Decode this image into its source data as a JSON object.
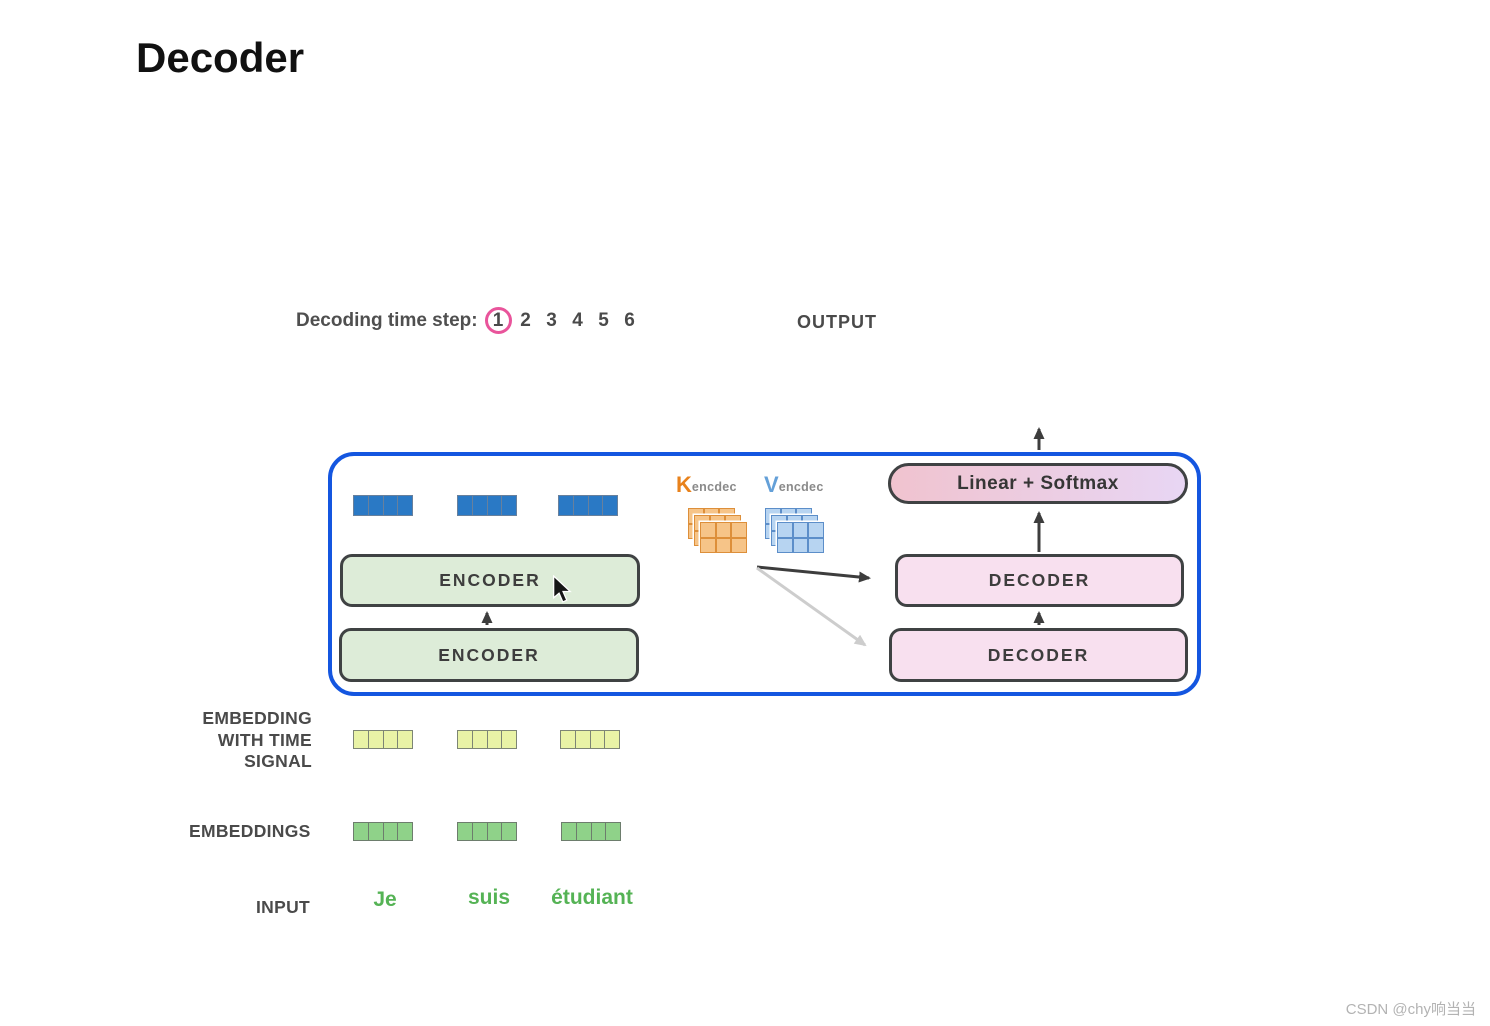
{
  "title": "Decoder",
  "decoding": {
    "label": "Decoding time step:",
    "steps": [
      "1",
      "2",
      "3",
      "4",
      "5",
      "6"
    ],
    "active_step": "1"
  },
  "output_label": "OUTPUT",
  "model": {
    "encoders": [
      "ENCODER",
      "ENCODER"
    ],
    "decoders": [
      "DECODER",
      "DECODER"
    ],
    "linear_softmax": "Linear + Softmax",
    "k_label": {
      "main": "K",
      "sub": "encdec"
    },
    "v_label": {
      "main": "V",
      "sub": "encdec"
    }
  },
  "annotations": {
    "embedding_time_lines": [
      "EMBEDDING",
      "WITH TIME",
      "SIGNAL"
    ],
    "embeddings": "EMBEDDINGS",
    "input": "INPUT",
    "tokens": [
      "Je",
      "suis",
      "étudiant"
    ]
  },
  "vectors": {
    "cells_per_vector": 4,
    "columns": 3
  },
  "matrices": {
    "layers": 3,
    "rows": 2,
    "cols": 3
  },
  "watermark": "CSDN @chy响当当",
  "colors": {
    "container_border": "#1456e0",
    "encoder_fill": "#ddecd8",
    "decoder_fill": "#f8e0ef",
    "linear_softmax_left": "#f0c3cf",
    "linear_softmax_right": "#e8d6f4",
    "encoder_output_vector": "#2a79c5",
    "time_signal_vector": "#e9f3a6",
    "embedding_vector": "#8fd289",
    "k_matrix": "#f6c488",
    "v_matrix": "#b7d4f1",
    "k_letter": "#e8821c",
    "v_letter": "#64a0d8",
    "active_step_ring": "#e9549b",
    "token_text": "#55b355",
    "arrow_dark": "#3d3d3d",
    "arrow_light": "#cdcdcd"
  }
}
